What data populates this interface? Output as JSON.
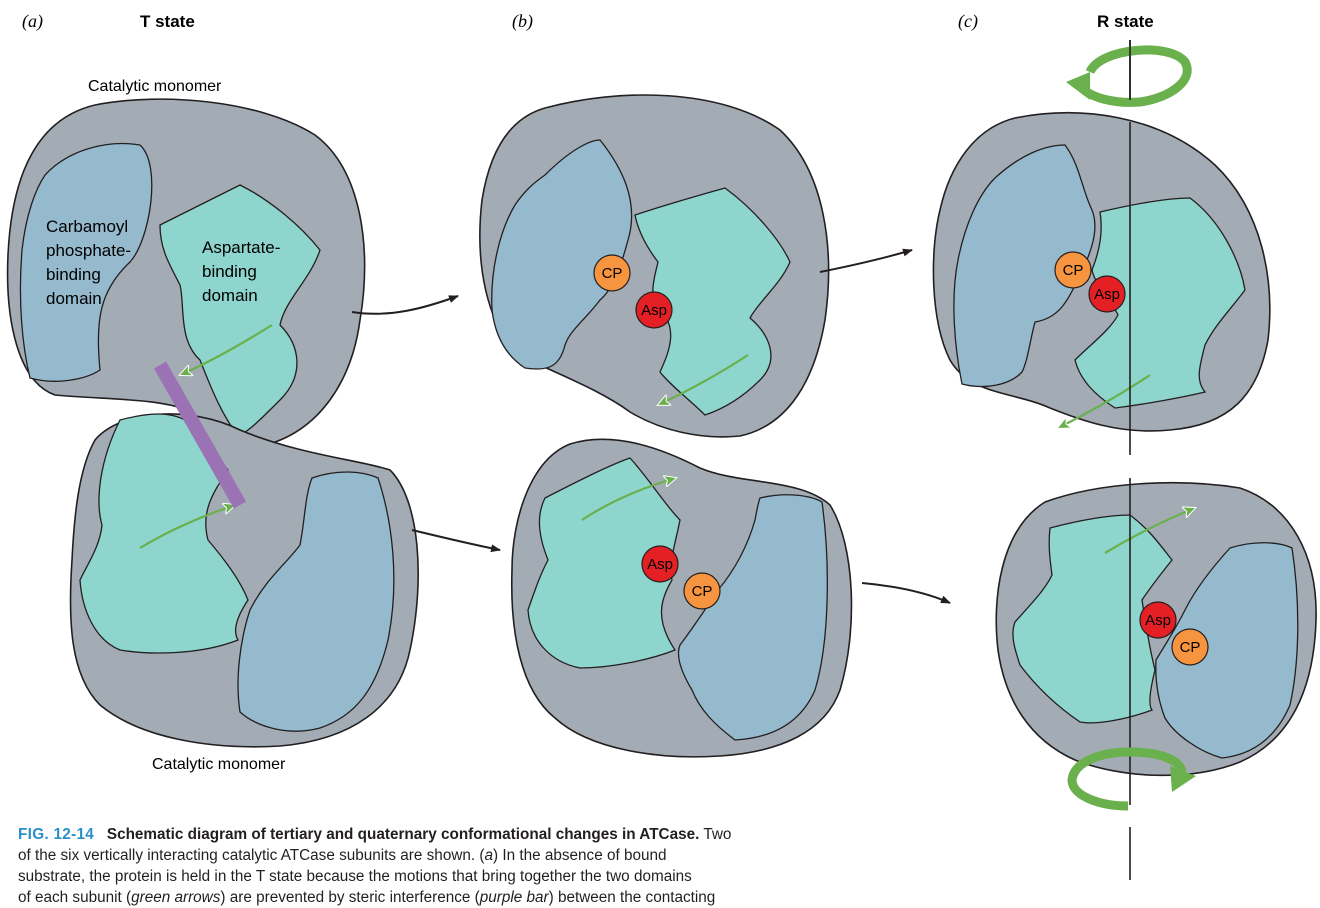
{
  "panels": {
    "a": {
      "letter": "(a)",
      "state": "T state"
    },
    "b": {
      "letter": "(b)"
    },
    "c": {
      "letter": "(c)",
      "state": "R state"
    }
  },
  "labels": {
    "monomer_top": "Catalytic monomer",
    "monomer_bottom": "Catalytic monomer",
    "cp_domain": [
      "Carbamoyl",
      "phosphate-",
      "binding",
      "domain"
    ],
    "asp_domain": [
      "Aspartate-",
      "binding",
      "domain"
    ],
    "cp": "CP",
    "asp": "Asp"
  },
  "colors": {
    "subunit_gray": "#a3acb4",
    "cp_domain_blue": "#95bace",
    "asp_domain_teal": "#8dd5cd",
    "cp_orange": "#f6943f",
    "asp_red": "#e42025",
    "arrow_green": "#6ab04c",
    "steric_bar_purple": "#9b72b4",
    "caption_blue": "#2a8fc9"
  },
  "icons": [
    "rotation-arrow-icon",
    "transition-arrow-icon",
    "motion-arrow-icon"
  ],
  "caption": {
    "fig_num": "FIG. 12-14",
    "title": "Schematic diagram of tertiary and quaternary conformational changes in ATCase.",
    "l1_tail": " Two",
    "l2": "of the six vertically interacting catalytic ATCase subunits are shown. (",
    "l2_a": "a",
    "l2_end": ") In the absence of bound",
    "l3": "substrate, the protein is held in the T state because the motions that bring together the two domains",
    "l4_start": "of each subunit (",
    "l4_green": "green arrows",
    "l4_mid": ") are prevented by steric interference (",
    "l4_purple": "purple bar",
    "l4_end": ") between the contacting"
  }
}
